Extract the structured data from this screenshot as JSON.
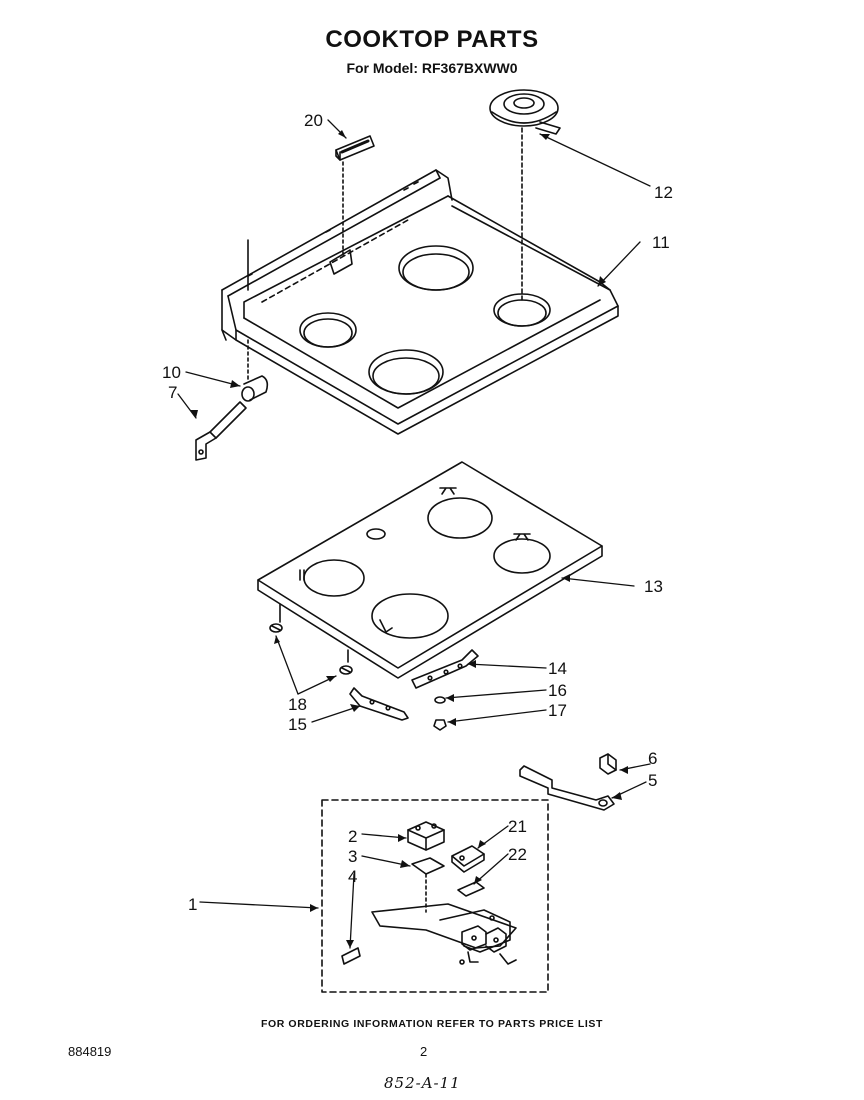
{
  "header": {
    "title": "COOKTOP PARTS",
    "subtitle": "For Model: RF367BXWW0"
  },
  "callouts": [
    {
      "id": "20",
      "label": "20"
    },
    {
      "id": "12",
      "label": "12"
    },
    {
      "id": "11",
      "label": "11"
    },
    {
      "id": "10",
      "label": "10"
    },
    {
      "id": "7",
      "label": "7"
    },
    {
      "id": "13",
      "label": "13"
    },
    {
      "id": "14",
      "label": "14"
    },
    {
      "id": "16",
      "label": "16"
    },
    {
      "id": "17",
      "label": "17"
    },
    {
      "id": "18",
      "label": "18"
    },
    {
      "id": "15",
      "label": "15"
    },
    {
      "id": "6",
      "label": "6"
    },
    {
      "id": "5",
      "label": "5"
    },
    {
      "id": "2",
      "label": "2"
    },
    {
      "id": "21",
      "label": "21"
    },
    {
      "id": "3",
      "label": "3"
    },
    {
      "id": "22",
      "label": "22"
    },
    {
      "id": "4",
      "label": "4"
    },
    {
      "id": "1",
      "label": "1"
    }
  ],
  "footer": {
    "note": "FOR ORDERING INFORMATION REFER TO PARTS PRICE LIST",
    "doc_number": "884819",
    "page_number": "2",
    "handwritten_code": "852-A-11"
  }
}
